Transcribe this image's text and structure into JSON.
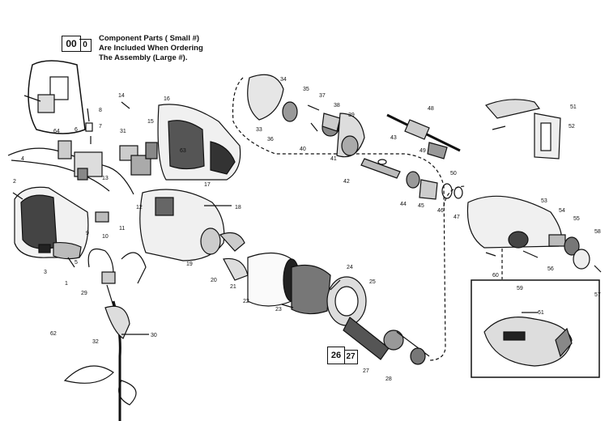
{
  "legend": {
    "large_number": "00",
    "small_number": "0",
    "lines": [
      "Component Parts (  Small #)",
      "Are Included When Ordering",
      "The Assembly (Large #)."
    ]
  },
  "assembly_badge": {
    "large": "26",
    "small": "27"
  },
  "part_numbers": [
    "1",
    "2",
    "3",
    "4",
    "5",
    "6",
    "7",
    "8",
    "9",
    "10",
    "11",
    "12",
    "13",
    "14",
    "15",
    "16",
    "17",
    "18",
    "19",
    "20",
    "21",
    "22",
    "23",
    "24",
    "25",
    "27",
    "28",
    "29",
    "30",
    "31",
    "32",
    "33",
    "34",
    "35",
    "36",
    "37",
    "38",
    "39",
    "40",
    "41",
    "42",
    "43",
    "44",
    "45",
    "46",
    "47",
    "48",
    "49",
    "50",
    "51",
    "52",
    "53",
    "54",
    "55",
    "56",
    "57",
    "58",
    "59",
    "60",
    "61",
    "62",
    "63",
    "64"
  ]
}
